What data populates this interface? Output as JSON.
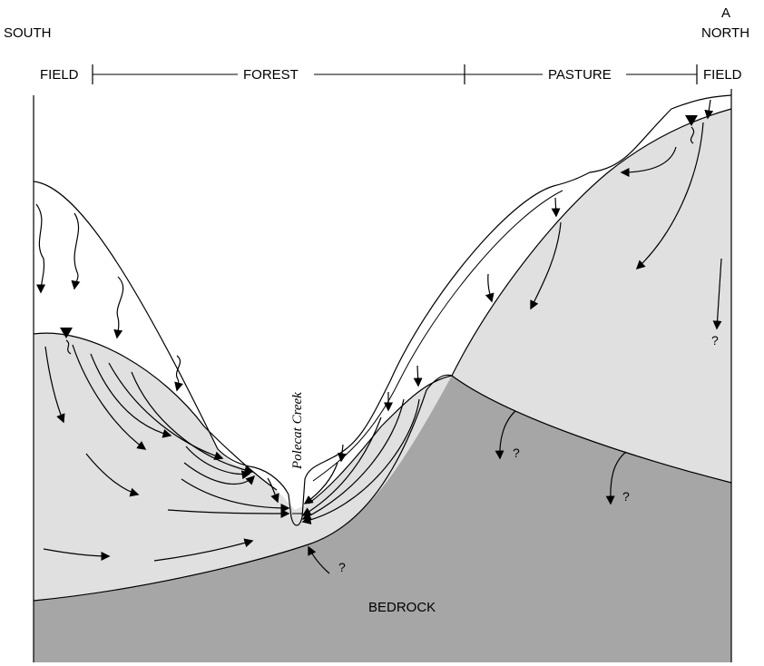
{
  "header": {
    "south": "SOUTH",
    "north": "NORTH",
    "section_marker": "A"
  },
  "landuse": {
    "field_left": "FIELD",
    "forest": "FOREST",
    "pasture": "PASTURE",
    "field_right": "FIELD"
  },
  "labels": {
    "creek": "Polecat Creek",
    "bedrock": "BEDROCK",
    "unknown_marks": [
      "?",
      "?",
      "?",
      "?"
    ]
  },
  "colors": {
    "unsaturated_zone": "#ffffff",
    "saturated_zone": "#e0e0e0",
    "bedrock": "#a6a6a6",
    "lines": "#000000"
  },
  "icons": {
    "water_table": "water-table-triangle-icon",
    "flow": "flow-arrow-icon"
  }
}
